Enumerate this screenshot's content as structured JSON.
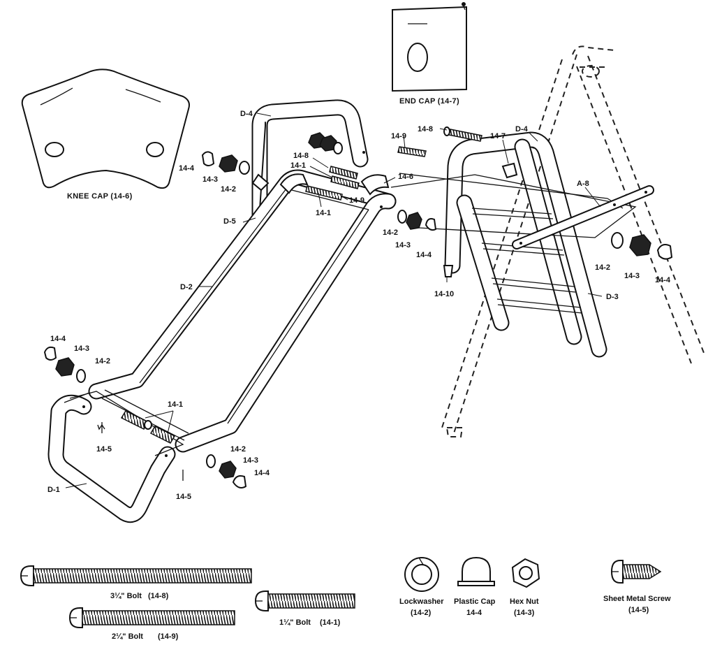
{
  "callouts": {
    "knee_cap": "KNEE CAP (14-6)",
    "end_cap": "END CAP (14-7)",
    "d4_left": "D-4",
    "d4_right": "D-4",
    "d5": "D-5",
    "d2": "D-2",
    "d1": "D-1",
    "d3": "D-3",
    "a8": "A-8",
    "p14_9_top": "14-9",
    "p14_8_top": "14-8",
    "p14_8_mid": "14-8",
    "p14_7": "14-7",
    "p14_1_mid": "14-1",
    "p14_6": "14-6",
    "p14_9_mid": "14-9",
    "p14_1_low": "14-1",
    "p14_4_ul": "14-4",
    "p14_3_ul": "14-3",
    "p14_2_ul": "14-2",
    "p14_2_c": "14-2",
    "p14_3_c": "14-3",
    "p14_4_c": "14-4",
    "p14_10": "14-10",
    "p14_2_r": "14-2",
    "p14_3_r": "14-3",
    "p14_4_r": "14-4",
    "p14_4_ll": "14-4",
    "p14_3_ll": "14-3",
    "p14_2_ll": "14-2",
    "p14_1_bot": "14-1",
    "p14_5_l": "14-5",
    "p14_5_r": "14-5",
    "p14_2_b": "14-2",
    "p14_3_b": "14-3",
    "p14_4_b": "14-4"
  },
  "legend": {
    "bolt_3_25_name": "3¼\" Bolt",
    "bolt_3_25_code": "(14-8)",
    "bolt_2_25_name": "2¼\" Bolt",
    "bolt_2_25_code": "(14-9)",
    "bolt_1_25_name": "1¼\" Bolt",
    "bolt_1_25_code": "(14-1)",
    "lockwasher_name": "Lockwasher",
    "lockwasher_code": "(14-2)",
    "plastic_cap_name": "Plastic Cap",
    "plastic_cap_code": "14-4",
    "hex_nut_name": "Hex Nut",
    "hex_nut_code": "(14-3)",
    "sheet_metal_screw_name": "Sheet Metal Screw",
    "sheet_metal_screw_code": "(14-5)"
  },
  "colors": {
    "ink": "#111111",
    "paper": "#ffffff"
  }
}
